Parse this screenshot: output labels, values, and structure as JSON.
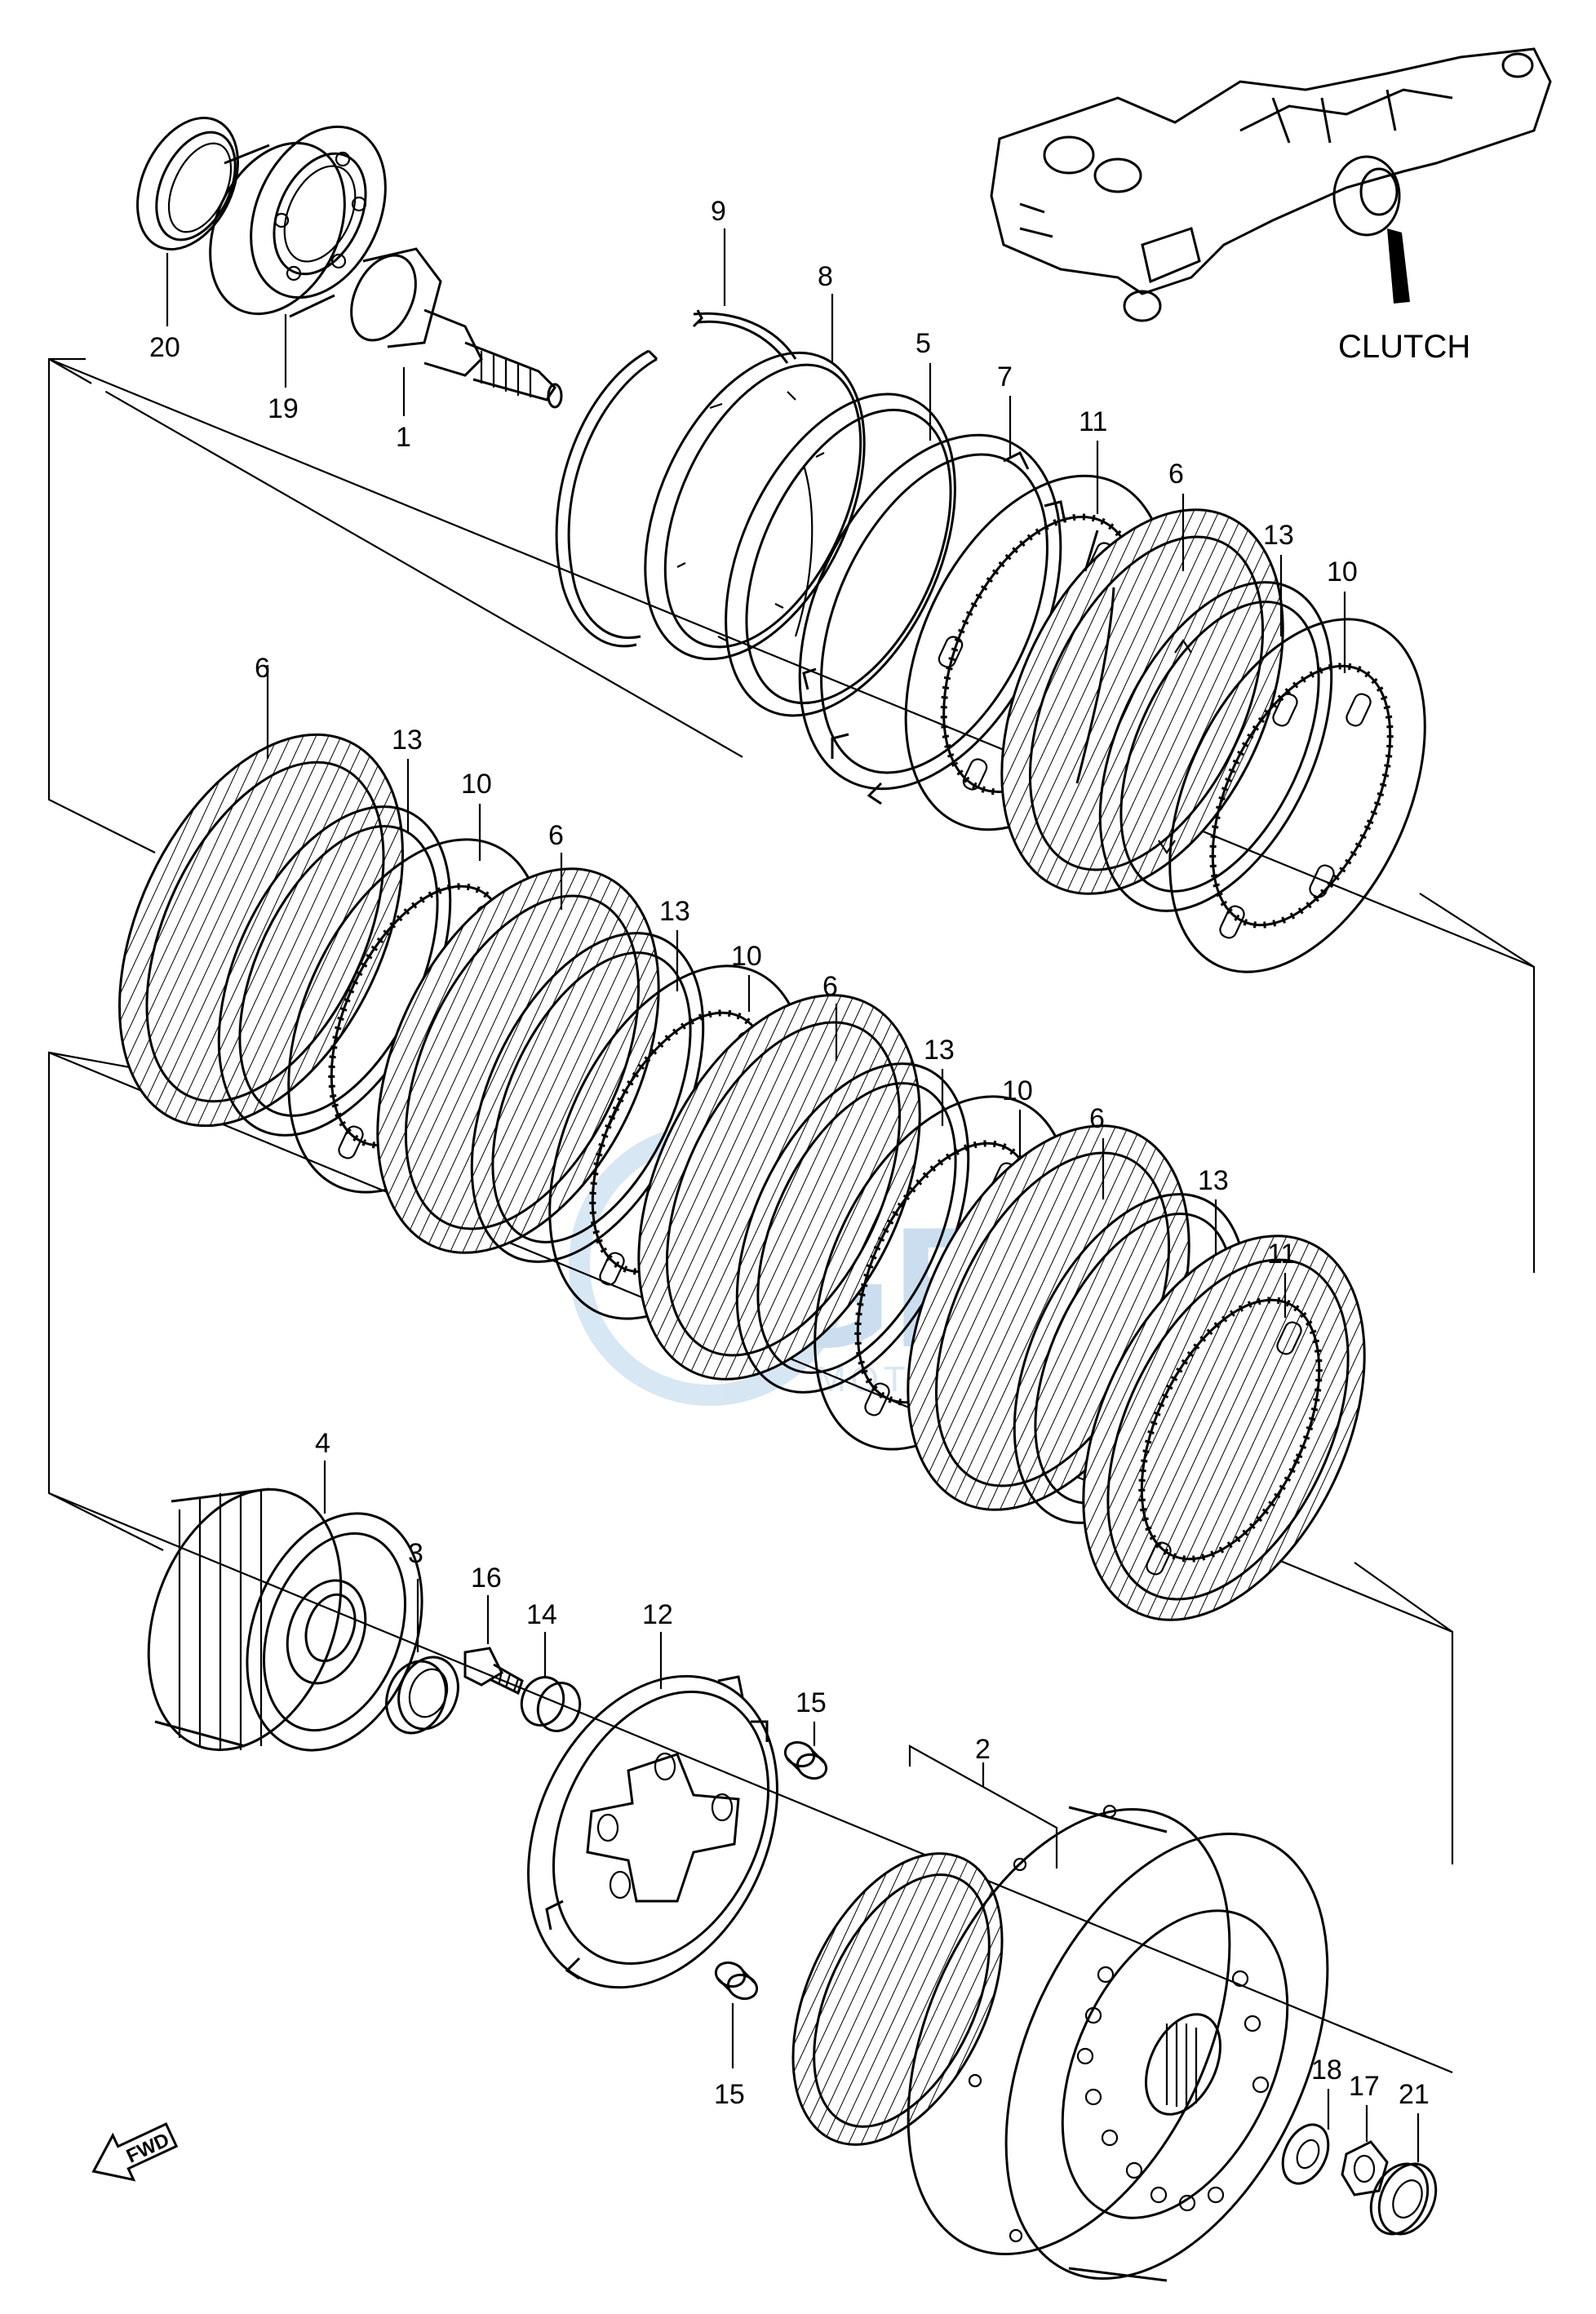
{
  "diagram": {
    "callout_clutch": "CLUTCH",
    "fwd_label": "FWD",
    "watermark": {
      "main": "GEM",
      "sub": "MOTORPARTS"
    },
    "labels": {
      "p20": "20",
      "p19": "19",
      "p1": "1",
      "p9": "9",
      "p8": "8",
      "p5": "5",
      "p7": "7",
      "p11a": "11",
      "p6a": "6",
      "p13a": "13",
      "p10a": "10",
      "p6b": "6",
      "p13b": "13",
      "p10b": "10",
      "p6c": "6",
      "p13c": "13",
      "p10c": "10",
      "p6d": "6",
      "p13d": "13",
      "p10d": "10",
      "p6e": "6",
      "p13e": "13",
      "p11b": "11",
      "p4": "4",
      "p3": "3",
      "p16": "16",
      "p14": "14",
      "p12": "12",
      "p15a": "15",
      "p15b": "15",
      "p2": "2",
      "p18": "18",
      "p17": "17",
      "p21": "21"
    }
  }
}
